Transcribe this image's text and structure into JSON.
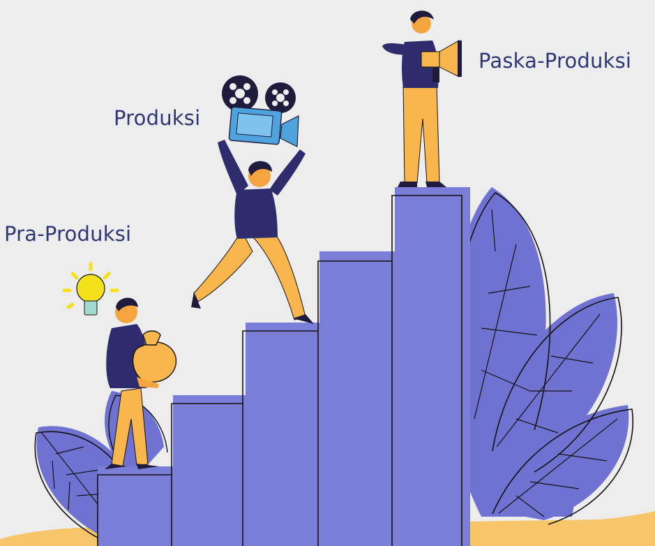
{
  "stages": [
    {
      "label": "Pra-Produksi",
      "icon": "lightbulb-icon",
      "prop": "money-bag"
    },
    {
      "label": "Produksi",
      "icon": "film-camera-icon",
      "prop": "film-camera"
    },
    {
      "label": "Paska-Produksi",
      "icon": "megaphone-icon",
      "prop": "megaphone"
    }
  ],
  "colors": {
    "background": "#ededed",
    "steps": "#7b7ed6",
    "leaves": "#6f72d0",
    "ground": "#f7c56a",
    "shirt": "#2f2c6e",
    "pants": "#f8b64c",
    "hair": "#1f1b3d",
    "skin": "#f4a53f",
    "camera": "#4fa3dc",
    "bulb": "#f5e11a",
    "text": "#2f3675"
  }
}
